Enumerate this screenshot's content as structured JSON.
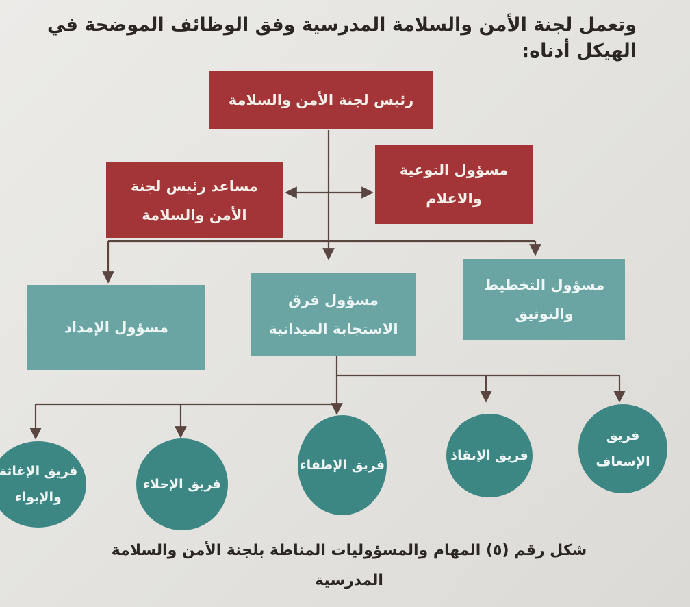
{
  "intro_text": "وتعمل لجنة الأمن والسلامة المدرسية وفق الوظائف الموضحة في الهيكل أدناه:",
  "nodes": {
    "head": "رئيس لجنة الأمن والسلامة",
    "assistant": "مساعد رئيس لجنة الأمن والسلامة",
    "awareness": "مسؤول التوعية والاعلام",
    "supply": "مسؤول الإمداد",
    "field_response": "مسؤول فرق الاستجابة الميدانية",
    "planning": "مسؤول التخطيط والتوثيق"
  },
  "teams": [
    "فريق الإغاثة والإيواء",
    "فريق الإخلاء",
    "فريق الإطفاء",
    "فريق الإنقاذ",
    "فريق الإسعاف"
  ],
  "caption": {
    "line1": "شكل رقم (٥) المهام والمسؤوليات المناطة بلجنة الأمن والسلامة المدرسية"
  },
  "colors": {
    "leadership": "#a33437",
    "officers": "#6aa5a4",
    "teams": "#3c8784"
  }
}
